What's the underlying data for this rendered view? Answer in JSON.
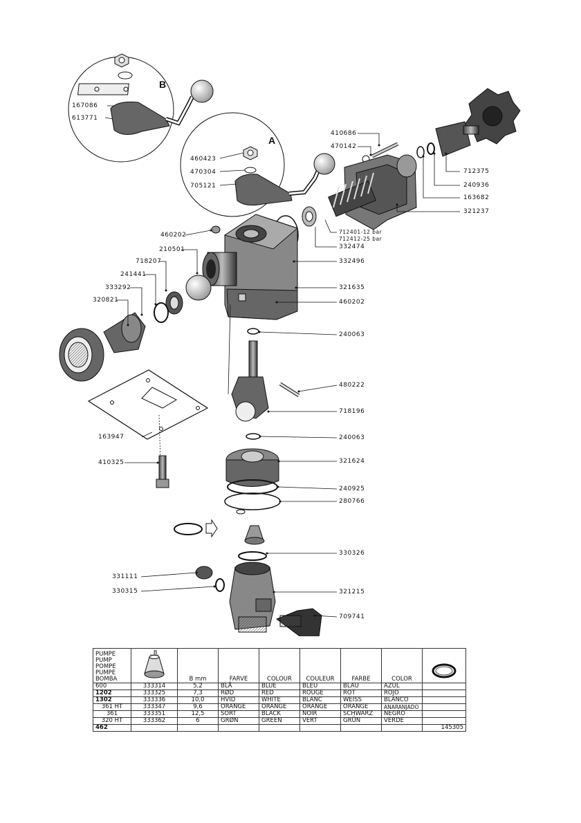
{
  "detail_b": {
    "letter": "B",
    "parts": [
      "167086",
      "613771"
    ]
  },
  "detail_a": {
    "letter": "A",
    "parts": [
      "460423",
      "470304",
      "705121"
    ]
  },
  "labels": {
    "p410686": "410686",
    "p470142": "470142",
    "p712375": "712375",
    "p240936": "240936",
    "p163682": "163682",
    "p321237": "321237",
    "p712401": "712401-12 bar",
    "p712412": "712412-25 bar",
    "p332474": "332474",
    "p332496": "332496",
    "p321635": "321635",
    "p460202r": "460202",
    "p460202l": "460202",
    "p210501": "210501",
    "p718207": "718207",
    "p241441": "241441",
    "p333292": "333292",
    "p320821": "320821",
    "p240063a": "240063",
    "p480222": "480222",
    "p718196": "718196",
    "p163947": "163947",
    "p240063b": "240063",
    "p410325": "410325",
    "p321624": "321624",
    "p240925": "240925",
    "p280766": "280766",
    "p330326": "330326",
    "p331111": "331111",
    "p330315": "330315",
    "p321215": "321215",
    "p709741": "709741"
  },
  "table": {
    "pump_header": [
      "PUMPE",
      "PUMP",
      "POMPE",
      "PUMPE",
      "BOMBA"
    ],
    "nozzle_icon_letter": "B",
    "columns": [
      "B mm",
      "FARVE",
      "COLOUR",
      "COULEUR",
      "FARBE",
      "COLOR"
    ],
    "rows": [
      {
        "pump": "600",
        "bold": false,
        "part": "333314",
        "b": "5,2",
        "farve": "BLÅ",
        "colour": "BLUE",
        "couleur": "BLEU",
        "farbe": "BLAU",
        "color": "AZUL",
        "ring": ""
      },
      {
        "pump": "1202",
        "bold": true,
        "part": "333325",
        "b": "7,3",
        "farve": "RØD",
        "colour": "RED",
        "couleur": "ROUGE",
        "farbe": "ROT",
        "color": "ROJO",
        "ring": ""
      },
      {
        "pump": "1302",
        "bold": true,
        "part": "333336",
        "b": "10,0",
        "farve": "HVID",
        "colour": "WHITE",
        "couleur": "BLANC",
        "farbe": "WEISS",
        "color": "BLANCO",
        "ring": ""
      },
      {
        "pump": "361 HT",
        "bold": false,
        "part": "333347",
        "b": "9,6",
        "farve": "ORANGE",
        "colour": "ORANGE",
        "couleur": "ORANGE",
        "farbe": "ORANGE",
        "color": "ANARANJADO",
        "ring": ""
      },
      {
        "pump": "361",
        "bold": false,
        "part": "333351",
        "b": "12,5",
        "farve": "SORT",
        "colour": "BLACK",
        "couleur": "NOIR",
        "farbe": "SCHWARZ",
        "color": "NEGRO",
        "ring": ""
      },
      {
        "pump": "320 HT",
        "bold": false,
        "part": "333362",
        "b": "6",
        "farve": "GRØN",
        "colour": "GREEN",
        "couleur": "VERT",
        "farbe": "GRÜN",
        "color": "VERDE",
        "ring": ""
      },
      {
        "pump": "462",
        "bold": true,
        "part": "",
        "b": "",
        "farve": "",
        "colour": "",
        "couleur": "",
        "farbe": "",
        "color": "",
        "ring": "145305"
      }
    ]
  }
}
